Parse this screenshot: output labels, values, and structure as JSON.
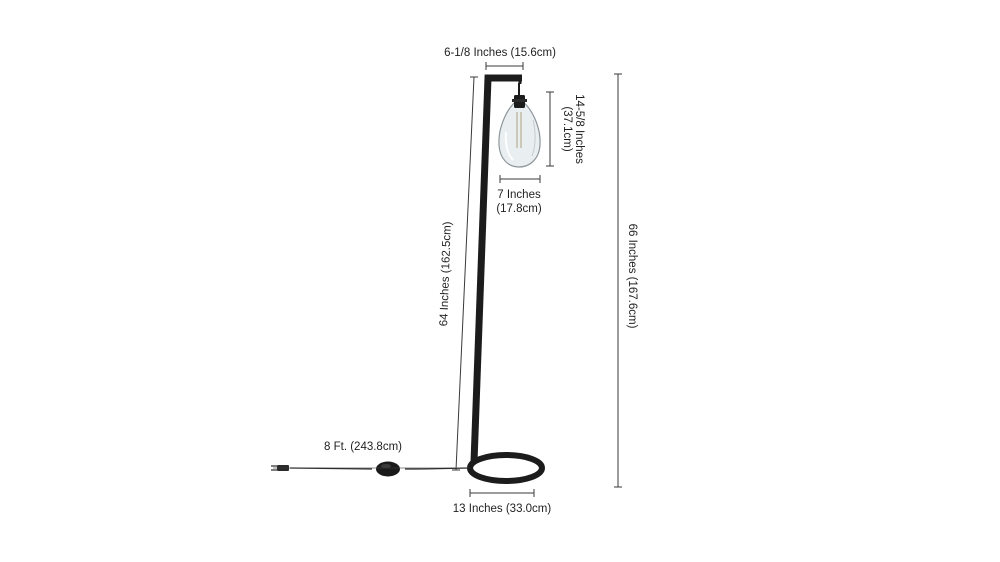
{
  "dimensions": {
    "top_width": "6-1/8 Inches (15.6cm)",
    "shade_height_line1": "14-5/8 Inches",
    "shade_height_line2": "(37.1cm)",
    "shade_width_line1": "7 Inches",
    "shade_width_line2": "(17.8cm)",
    "pole_height": "64 Inches (162.5cm)",
    "overall_height": "66 Inches (167.6cm)",
    "cord_length": "8 Ft. (243.8cm)",
    "base_width": "13 Inches (33.0cm)"
  },
  "colors": {
    "frame": "#1c1c1c",
    "glass": "#e9eef1",
    "dimension_line": "#3a3a3a"
  }
}
